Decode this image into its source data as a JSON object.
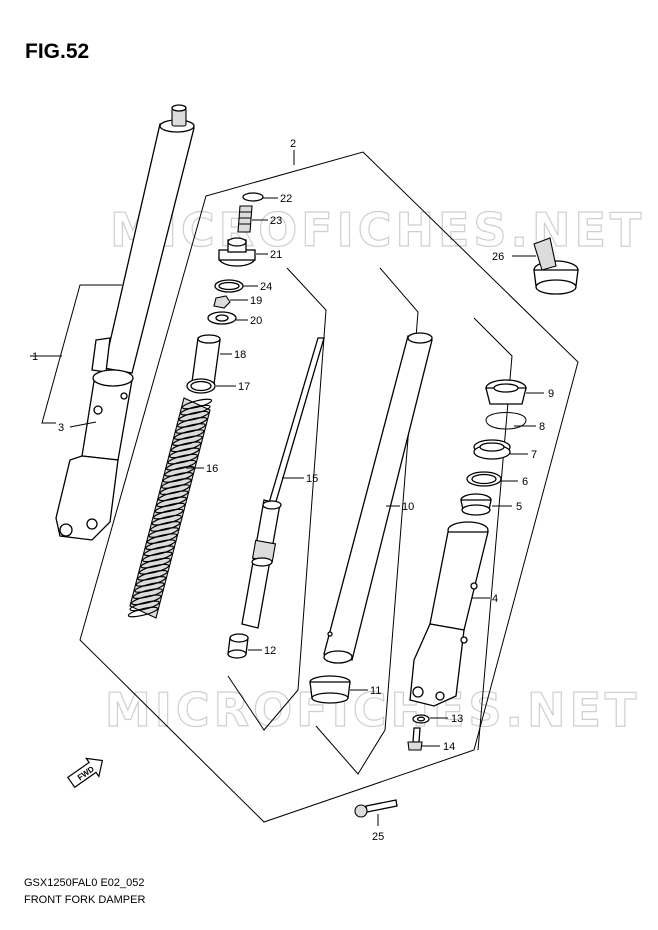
{
  "figure": {
    "title": "FIG.52",
    "model_code": "GSX1250FAL0 E02_052",
    "caption": "FRONT FORK DAMPER",
    "watermark": "MICROFICHES.NET"
  },
  "callouts": [
    {
      "id": "c1",
      "label": "1"
    },
    {
      "id": "c2",
      "label": "2"
    },
    {
      "id": "c3",
      "label": "3"
    },
    {
      "id": "c4",
      "label": "4"
    },
    {
      "id": "c5",
      "label": "5"
    },
    {
      "id": "c6",
      "label": "6"
    },
    {
      "id": "c7",
      "label": "7"
    },
    {
      "id": "c8",
      "label": "8"
    },
    {
      "id": "c9",
      "label": "9"
    },
    {
      "id": "c10",
      "label": "10"
    },
    {
      "id": "c11",
      "label": "11"
    },
    {
      "id": "c12",
      "label": "12"
    },
    {
      "id": "c13",
      "label": "13"
    },
    {
      "id": "c14",
      "label": "14"
    },
    {
      "id": "c15",
      "label": "15"
    },
    {
      "id": "c16",
      "label": "16"
    },
    {
      "id": "c17",
      "label": "17"
    },
    {
      "id": "c18",
      "label": "18"
    },
    {
      "id": "c19",
      "label": "19"
    },
    {
      "id": "c20",
      "label": "20"
    },
    {
      "id": "c21",
      "label": "21"
    },
    {
      "id": "c22",
      "label": "22"
    },
    {
      "id": "c23",
      "label": "23"
    },
    {
      "id": "c24",
      "label": "24"
    },
    {
      "id": "c25",
      "label": "25"
    },
    {
      "id": "c26",
      "label": "26"
    }
  ],
  "fwd_arrow_label": "FWD"
}
